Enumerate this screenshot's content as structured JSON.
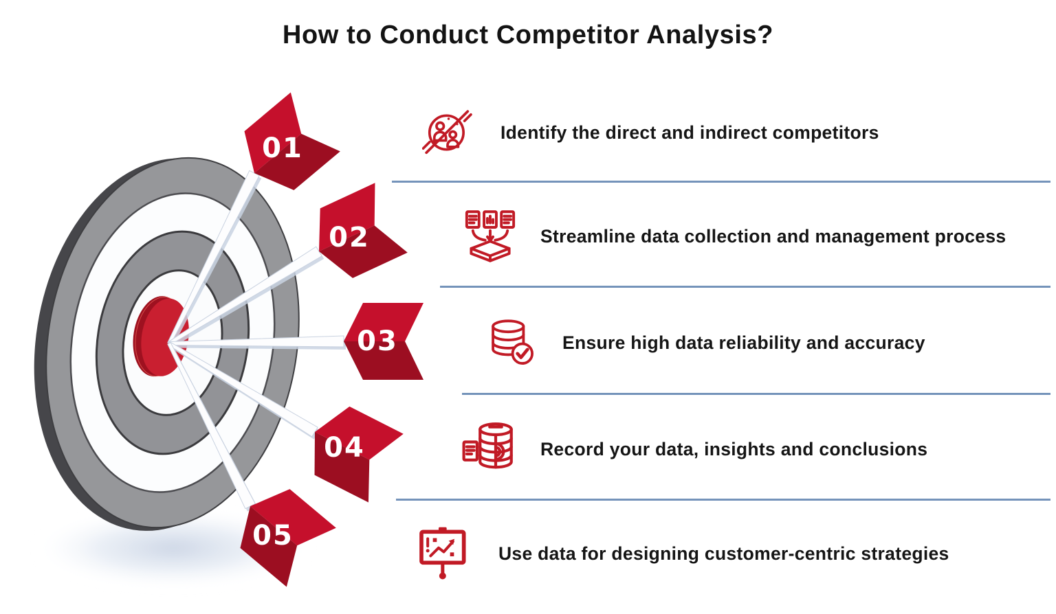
{
  "title": "How to Conduct Competitor Analysis?",
  "steps": [
    {
      "number": "01",
      "label": "Identify the direct and indirect competitors",
      "icon": "competitors-icon"
    },
    {
      "number": "02",
      "label": "Streamline data collection and management process",
      "icon": "data-collection-icon"
    },
    {
      "number": "03",
      "label": "Ensure high data reliability and accuracy",
      "icon": "database-check-icon"
    },
    {
      "number": "04",
      "label": "Record your data, insights and conclusions",
      "icon": "data-record-icon"
    },
    {
      "number": "05",
      "label": "Use data for designing customer-centric strategies",
      "icon": "presentation-chart-icon"
    }
  ],
  "colors": {
    "flag_bright_red": "#c5102c",
    "flag_dark_red": "#9c0e21",
    "icon_red": "#c11a25",
    "bullseye_red": "#c91f30",
    "divider_blue": "#7493ba",
    "text_black": "#151515",
    "number_white": "#ffffff",
    "target_gray": "#96979a",
    "target_dark_gray": "#3e3e41"
  }
}
